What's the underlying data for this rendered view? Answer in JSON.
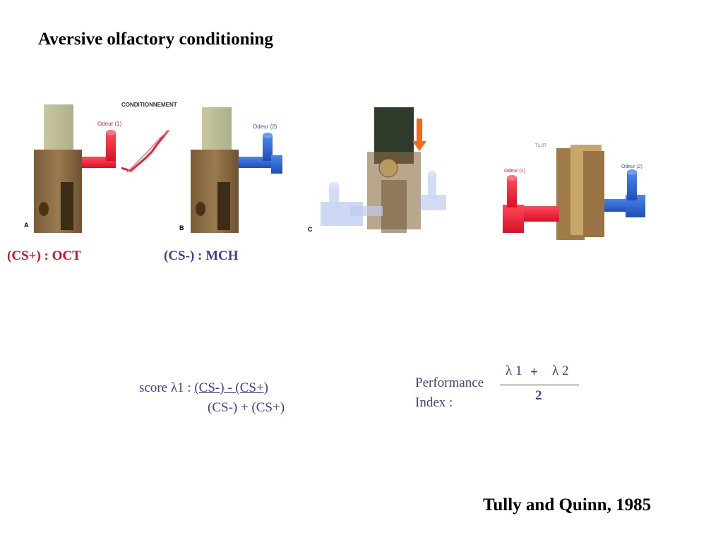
{
  "title": "Aversive olfactory conditioning",
  "figure": {
    "header": "CONDITIONNEMENT",
    "panels": [
      {
        "letter": "A",
        "odor_label": "Odeur (1)",
        "odor_color": "#e8203a"
      },
      {
        "letter": "B",
        "odor_label": "Odeur (2)",
        "odor_color": "#2a62c8"
      },
      {
        "letter": "C"
      },
      {
        "odor1_label": "Odeur (1)",
        "odor2_label": "Odeur (2)",
        "tag": "T1.S7"
      }
    ]
  },
  "cs_plus": "(CS+) : OCT",
  "cs_minus": "(CS-) : MCH",
  "score": {
    "prefix": "score λ1 : ",
    "numerator": "(CS-) - (CS+)",
    "denominator": "(CS-) + (CS+)"
  },
  "performance_index": {
    "label_line1": "Performance",
    "label_line2": "Index :",
    "numerator_a": "λ 1",
    "plus": "+",
    "numerator_b": "λ 2",
    "denominator": "2"
  },
  "citation": "Tully and Quinn, 1985",
  "colors": {
    "red": "#d8101c",
    "blue": "#3a3f9a",
    "wood": "#8a6a42"
  }
}
